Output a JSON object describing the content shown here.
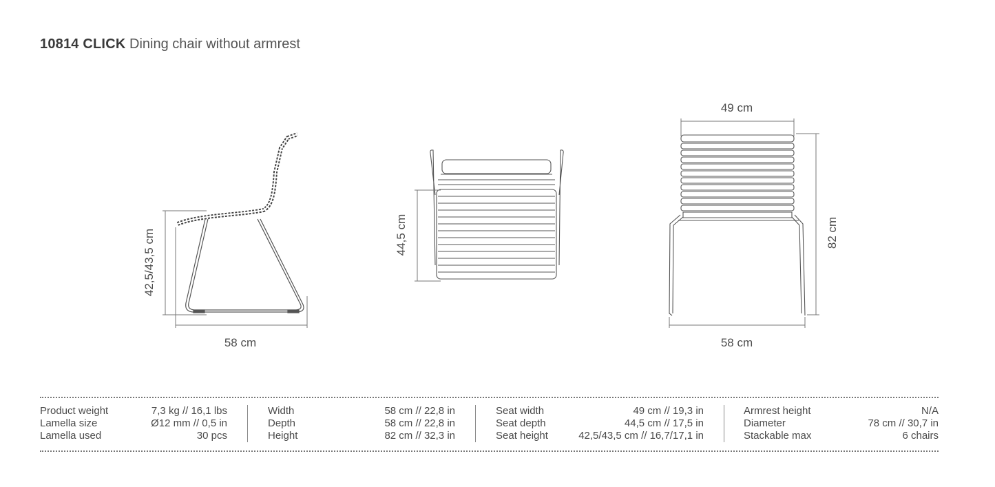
{
  "header": {
    "code": "10814 CLICK",
    "description": "Dining chair without armrest"
  },
  "dimensions": {
    "side_height": "42,5/43,5 cm",
    "side_depth": "58 cm",
    "top_seat_depth": "44,5 cm",
    "front_top_width": "49 cm",
    "front_height": "82 cm",
    "front_bottom_width": "58 cm"
  },
  "specs": [
    {
      "rows": [
        {
          "label": "Product weight",
          "value": "7,3 kg // 16,1 lbs"
        },
        {
          "label": "Lamella size",
          "value": "Ø12 mm // 0,5 in"
        },
        {
          "label": "Lamella used",
          "value": "30 pcs"
        }
      ]
    },
    {
      "rows": [
        {
          "label": "Width",
          "value": "58 cm // 22,8 in"
        },
        {
          "label": "Depth",
          "value": "58 cm // 22,8 in"
        },
        {
          "label": "Height",
          "value": "82 cm // 32,3 in"
        }
      ]
    },
    {
      "rows": [
        {
          "label": "Seat width",
          "value": "49 cm // 19,3 in"
        },
        {
          "label": "Seat depth",
          "value": "44,5 cm // 17,5 in"
        },
        {
          "label": "Seat height",
          "value": "42,5/43,5 cm // 16,7/17,1 in"
        }
      ]
    },
    {
      "rows": [
        {
          "label": "Armrest height",
          "value": "N/A"
        },
        {
          "label": "Diameter",
          "value": "78 cm // 30,7 in"
        },
        {
          "label": "Stackable max",
          "value": "6 chairs"
        }
      ]
    }
  ]
}
